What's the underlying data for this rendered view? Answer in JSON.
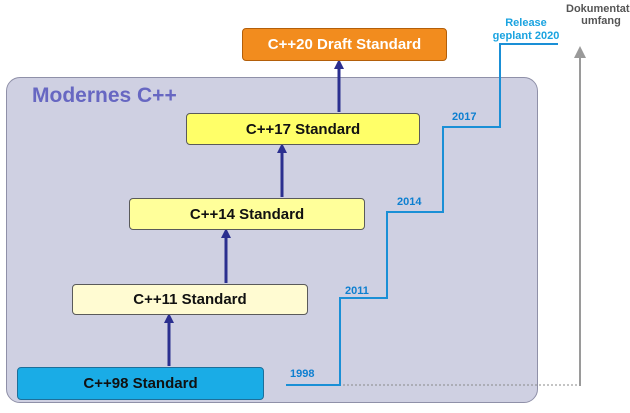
{
  "region_title": "Modernes C++",
  "standards": {
    "cpp98": "C++98 Standard",
    "cpp11": "C++11 Standard",
    "cpp14": "C++14 Standard",
    "cpp17": "C++17 Standard",
    "cpp20": "C++20 Draft Standard"
  },
  "years": {
    "y1998": "1998",
    "y2011": "2011",
    "y2014": "2014",
    "y2017": "2017"
  },
  "release_label": {
    "line1": "Release",
    "line2": "geplant 2020"
  },
  "axis_label": {
    "line1": "Dokumentations-",
    "line2": "umfang"
  },
  "colors": {
    "arrow": "#2b2f8f",
    "step_line": "#1a8fd6",
    "release_text": "#1aa3e0"
  }
}
